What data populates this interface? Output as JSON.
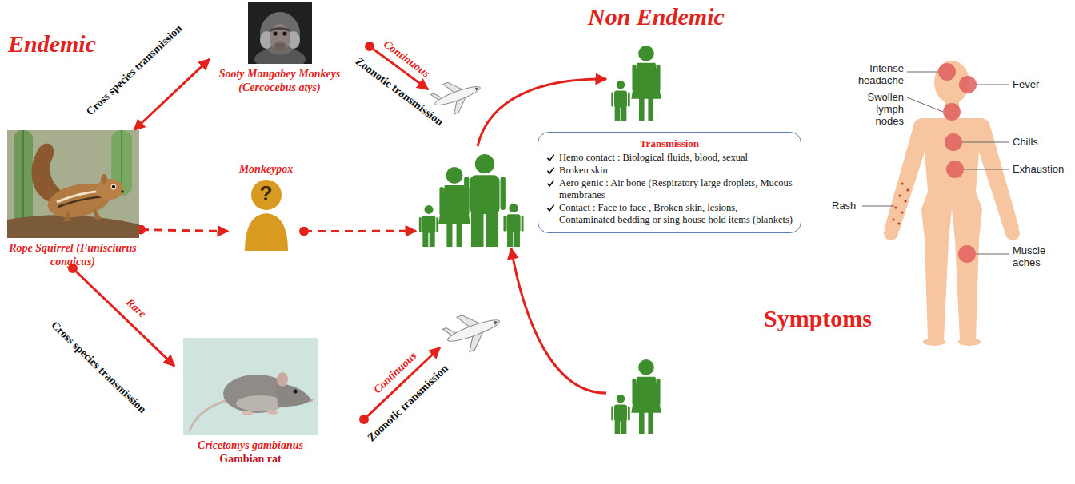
{
  "diagram": {
    "nodes": [
      {
        "text": [
          "Sooty Mangabey Monkeys (Cercocebus atys)"
        ]
      },
      {
        "text": [
          "Rope Squirrel (Funisciurus congicus)"
        ]
      },
      {
        "text": [
          "Monkeypox",
          "?"
        ]
      },
      {
        "text": []
      },
      {
        "text": []
      },
      {
        "text": []
      },
      {
        "text": [
          "Transmission",
          "Hemo contact : Biological fluids, blood, sexual",
          "Broken skin",
          "Aero genic : Air bone (Respiratory large droplets, Mucous membranes",
          "Contact : Face to face , Broken skin, lesions, Contaminated bedding or sing house hold items (blankets)"
        ]
      },
      {
        "text": [
          "Cricetomys gambianus",
          "Gambian rat"
        ]
      }
    ],
    "edges": [
      {
        "from": 1,
        "to": 0,
        "arrow": "both",
        "label": "Cross species transmission"
      },
      {
        "from": 1,
        "to": 7,
        "arrow": "to",
        "label": "Cross species transmission"
      },
      {
        "from": 1,
        "to": 2,
        "arrow": "to"
      },
      {
        "from": 2,
        "to": 3,
        "arrow": "to"
      },
      {
        "from": 3,
        "to": 4,
        "arrow": "to"
      },
      {
        "from": 5,
        "to": 3,
        "arrow": "to"
      }
    ],
    "labels": [
      "Endemic",
      "Non Endemic",
      "Continuous",
      "Zoonotic transmission",
      "Rare",
      "Continuous",
      "Zoonotic transmission",
      "Intense headache",
      "Fever",
      "Swollen lymph nodes",
      "Chills",
      "Exhaustion",
      "Rash",
      "Muscle aches",
      "Symptoms"
    ]
  }
}
